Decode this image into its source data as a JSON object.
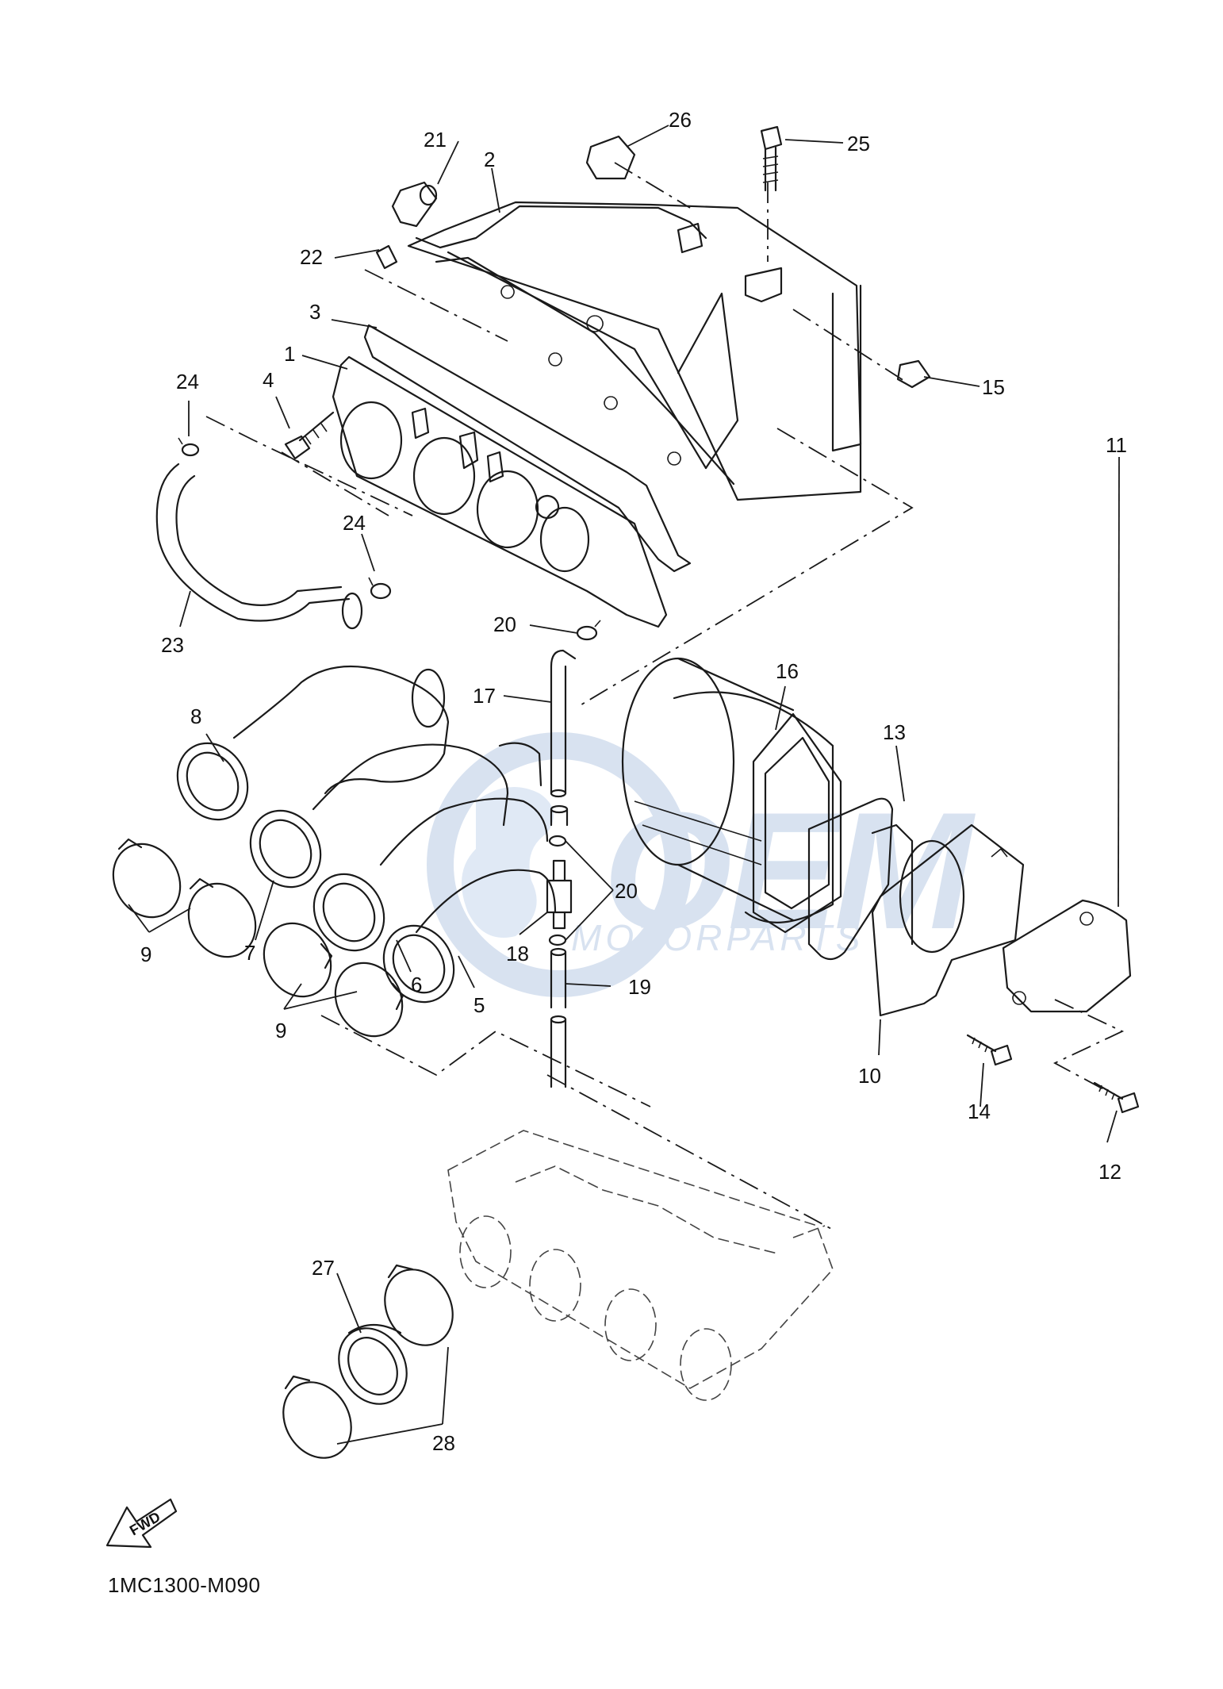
{
  "callouts": {
    "c1": "1",
    "c2": "2",
    "c3": "3",
    "c4": "4",
    "c5": "5",
    "c6": "6",
    "c7": "7",
    "c8": "8",
    "c9a": "9",
    "c9b": "9",
    "c10": "10",
    "c11": "11",
    "c12": "12",
    "c13": "13",
    "c14": "14",
    "c15": "15",
    "c16": "16",
    "c17": "17",
    "c18": "18",
    "c19": "19",
    "c20a": "20",
    "c20b": "20",
    "c21": "21",
    "c22": "22",
    "c23": "23",
    "c24a": "24",
    "c24b": "24",
    "c25": "25",
    "c26": "26",
    "c27": "27",
    "c28": "28"
  },
  "watermark": {
    "line1": "OEM",
    "line2": "MOTORPARTS"
  },
  "fwd_label": "FWD",
  "diagram_code": "1MC1300-M090",
  "colors": {
    "watermark": "#b9cbe4",
    "line": "#1a1a1a"
  }
}
